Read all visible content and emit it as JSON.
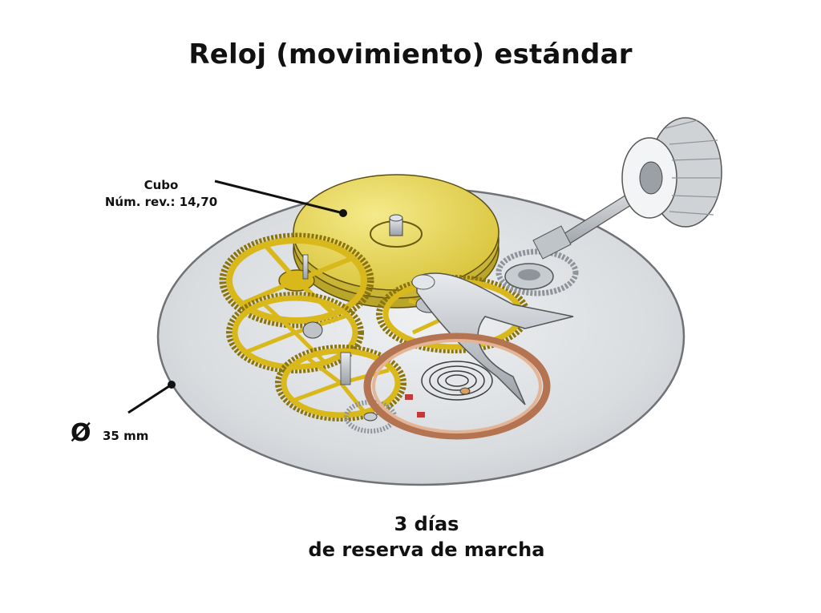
{
  "title": "Reloj (movimiento) estándar",
  "callouts": {
    "hub": {
      "line1": "Cubo",
      "line2": "Núm. rev.: 14,70"
    },
    "diameter": {
      "symbol": "Ø",
      "value": "35 mm"
    }
  },
  "power_reserve": {
    "line1": "3 días",
    "line2": "de reserva de marcha"
  },
  "colors": {
    "plate": "#d9dcdf",
    "plate_edge": "#6f7377",
    "gear_gold": "#d8b81a",
    "barrel_yellow": "#e8d95a",
    "balance_copper": "#c98a66",
    "steel": "#b7bcc1",
    "hairspring": "#3b3b3b"
  }
}
